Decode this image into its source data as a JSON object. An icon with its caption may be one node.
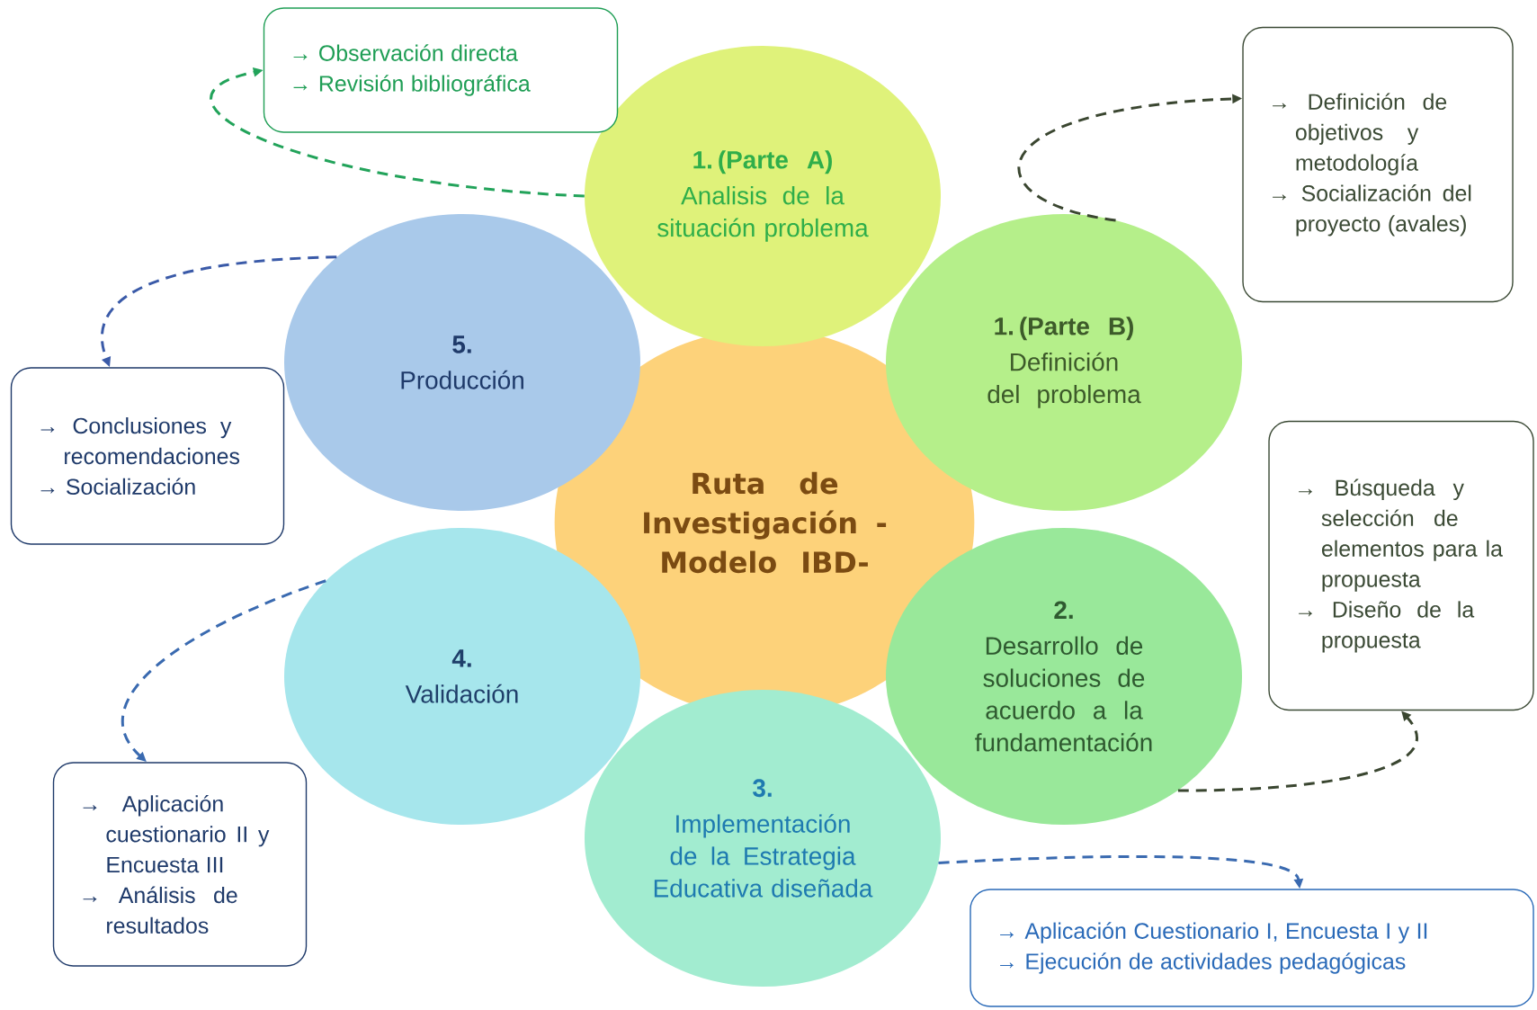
{
  "diagram": {
    "nodes": [
      {
        "text": [
          "Ruta de Investigación -Modelo IBD-"
        ]
      },
      {
        "text": [
          "1. (Parte A)",
          "Analisis de la situación problema"
        ]
      },
      {
        "text": [
          "1. (Parte B)",
          "Definición del problema"
        ]
      },
      {
        "text": [
          "2.",
          "Desarrollo de soluciones de acuerdo a la fundamentación"
        ]
      },
      {
        "text": [
          "3.",
          "Implementación de la Estrategia Educativa diseñada"
        ]
      },
      {
        "text": [
          "4.",
          "Validación"
        ]
      },
      {
        "text": [
          "5.",
          "Producción"
        ]
      },
      {
        "text": [
          "→ Observación directa",
          "→ Revisión bibliográfica"
        ]
      },
      {
        "text": [
          "→ Definición de objetivos y metodología",
          "→ Socialización del proyecto (avales)"
        ]
      },
      {
        "text": [
          "→ Búsqueda y selección de elementos para la propuesta",
          "→ Diseño de la propuesta"
        ]
      },
      {
        "text": [
          "→ Aplicación Cuestionario I, Encuesta I y II",
          "→ Ejecución de actividades pedagógicas"
        ]
      },
      {
        "text": [
          "→ Aplicación cuestionario II y Encuesta III",
          "→ Análisis de resultados"
        ]
      },
      {
        "text": [
          "→ Conclusiones y recomendaciones",
          "→ Socialización"
        ]
      }
    ],
    "edges": [
      {
        "from": 1,
        "to": 7,
        "arrow": "to",
        "style": "dashed",
        "color": "#22a35a"
      },
      {
        "from": 2,
        "to": 8,
        "arrow": "to",
        "style": "dashed",
        "color": "#3a4630"
      },
      {
        "from": 3,
        "to": 9,
        "arrow": "to",
        "style": "dashed",
        "color": "#3a4630"
      },
      {
        "from": 4,
        "to": 10,
        "arrow": "to",
        "style": "dashed",
        "color": "#3a6ab0"
      },
      {
        "from": 5,
        "to": 11,
        "arrow": "to",
        "style": "dashed",
        "color": "#3a6ab0"
      },
      {
        "from": 6,
        "to": 12,
        "arrow": "to",
        "style": "dashed",
        "color": "#3a5aa8"
      }
    ]
  }
}
